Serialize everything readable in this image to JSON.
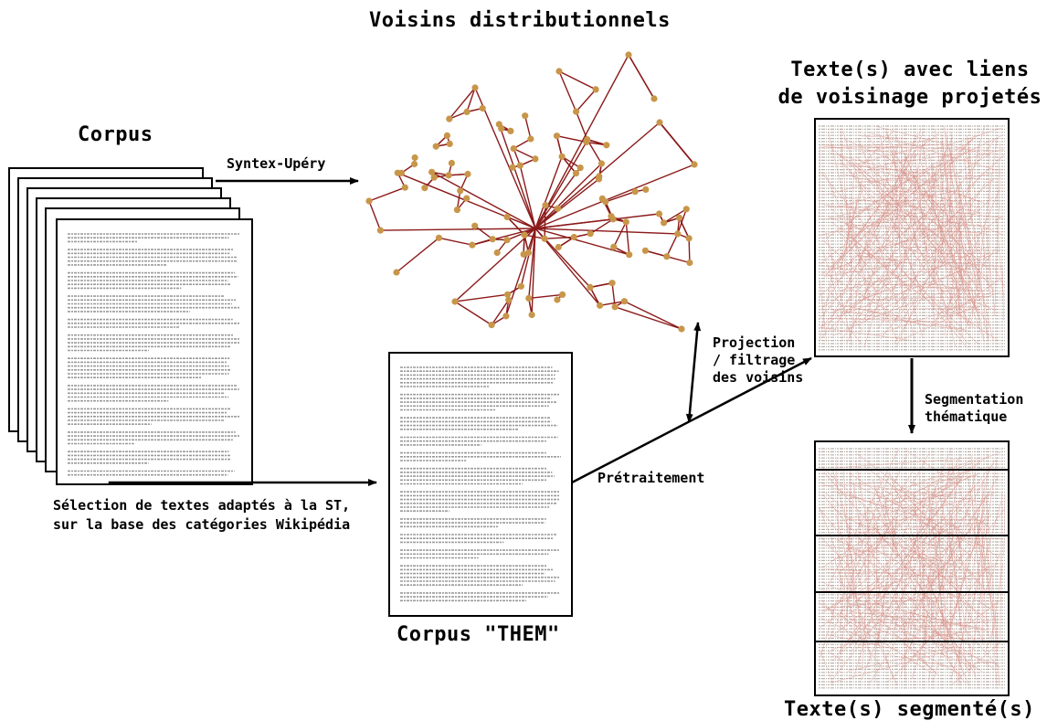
{
  "titles": {
    "neighbors": "Voisins distributionnels",
    "texts_links_line1": "Texte(s) avec liens",
    "texts_links_line2": "de voisinage projetés",
    "corpus": "Corpus",
    "corpus_them": "Corpus \"THEM\"",
    "segmented": "Texte(s) segmenté(s)"
  },
  "labels": {
    "syntex": "Syntex-Upéry",
    "selection_line1": "Sélection de textes adaptés à la ST,",
    "selection_line2": "sur la base des catégories Wikipédia",
    "pretraitement": "Prétraitement",
    "projection_line1": "Projection",
    "projection_line2": "/ filtrage",
    "projection_line3": "des voisins",
    "segmentation_line1": "Segmentation",
    "segmentation_line2": "thématique"
  },
  "colors": {
    "graph_edge": "#8b1a1a",
    "graph_node": "#c8964a",
    "link_line": "#d98a80",
    "text_line": "#999999"
  }
}
